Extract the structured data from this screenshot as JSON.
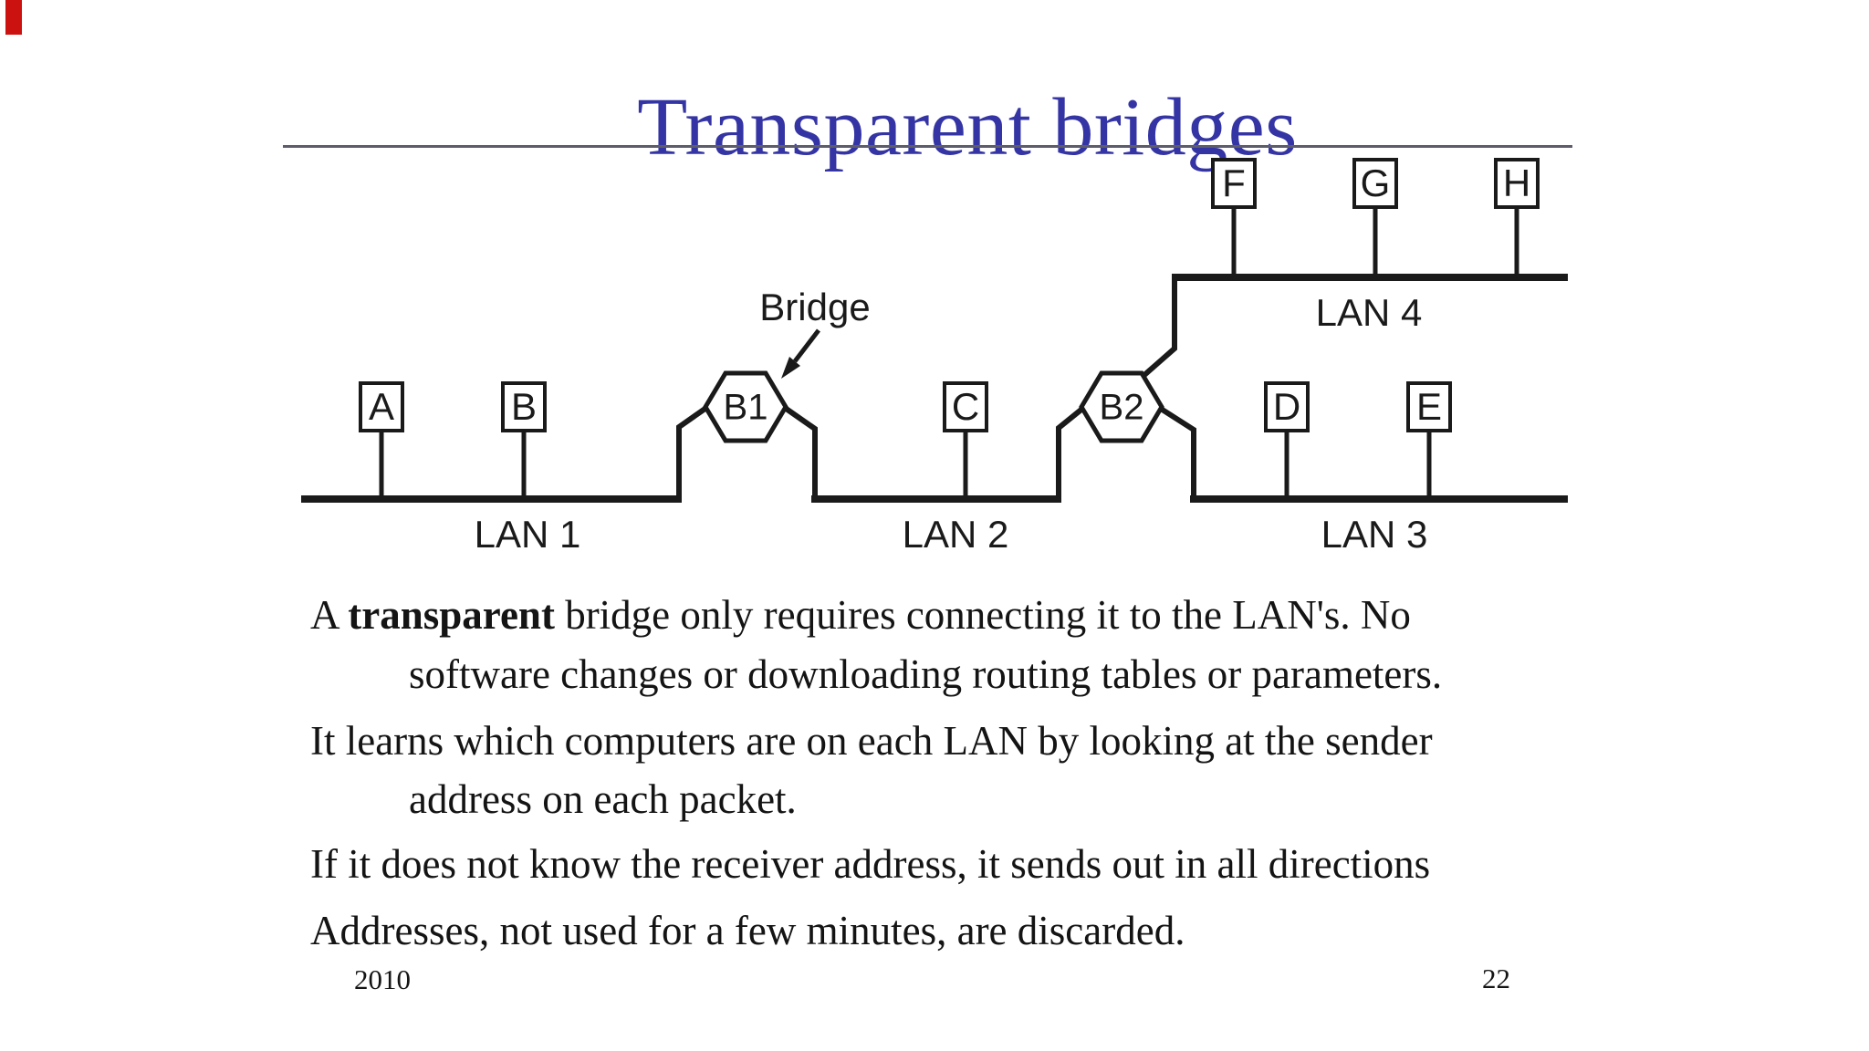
{
  "slide": {
    "title": "Transparent bridges",
    "title_color": "#3434a4",
    "rule_color": "#5c5c6a",
    "background_color": "#ffffff",
    "corner_marker_color": "#cc1111",
    "footer_year": "2010",
    "page_number": "22"
  },
  "diagram": {
    "line_color": "#1a1a1a",
    "bridge_pointer_label": "Bridge",
    "bridges": [
      {
        "id": "B1"
      },
      {
        "id": "B2"
      }
    ],
    "lans": [
      {
        "label": "LAN 1"
      },
      {
        "label": "LAN 2"
      },
      {
        "label": "LAN 3"
      },
      {
        "label": "LAN 4"
      }
    ],
    "nodes": [
      {
        "label": "A"
      },
      {
        "label": "B"
      },
      {
        "label": "C"
      },
      {
        "label": "D"
      },
      {
        "label": "E"
      },
      {
        "label": "F"
      },
      {
        "label": "G"
      },
      {
        "label": "H"
      }
    ]
  },
  "body": {
    "p1_prefix": "A ",
    "p1_bold": "transparent",
    "p1_suffix": " bridge only requires connecting it to the LAN's. No",
    "p1_line2": "software changes or downloading routing tables or parameters.",
    "p2_line1": "It learns which computers are on each LAN by looking at the sender",
    "p2_line2": "address on each packet.",
    "p3_line1": "If it does not know the receiver address, it sends out in all directions",
    "p4_line1": "Addresses, not used for a few minutes, are discarded."
  }
}
